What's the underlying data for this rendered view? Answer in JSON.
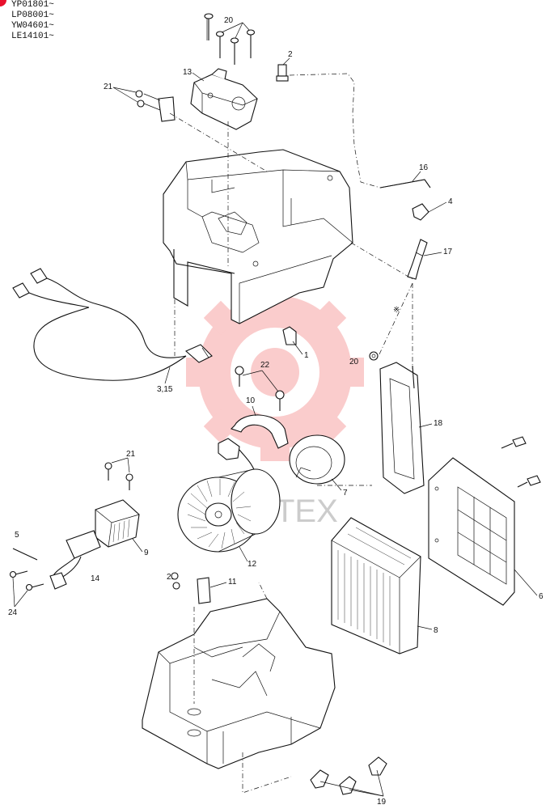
{
  "serial_ranges": [
    "YP01801~",
    "LP08001~",
    "YW04601~",
    "LE14101~"
  ],
  "part_labels": {
    "p1": "1",
    "p2": "2",
    "p3_15": "3,15",
    "p4": "4",
    "p5": "5",
    "p6": "6",
    "p7": "7",
    "p8": "8",
    "p9": "9",
    "p10": "10",
    "p11": "11",
    "p12": "12",
    "p13": "13",
    "p14": "14",
    "p16": "16",
    "p17": "17",
    "p18": "18",
    "p19": "19",
    "p20a": "20",
    "p20b": "20",
    "p21a": "21",
    "p21b": "21",
    "p21c": "21",
    "p22": "22",
    "p24": "24"
  },
  "reference_marks": {
    "mark_a": "※",
    "mark_b": "※"
  },
  "watermark": {
    "text": "TEX",
    "color": "#f04a4a"
  },
  "colors": {
    "line": "#111111",
    "watermark": "#f04a4a",
    "badge": "#e8112d"
  }
}
